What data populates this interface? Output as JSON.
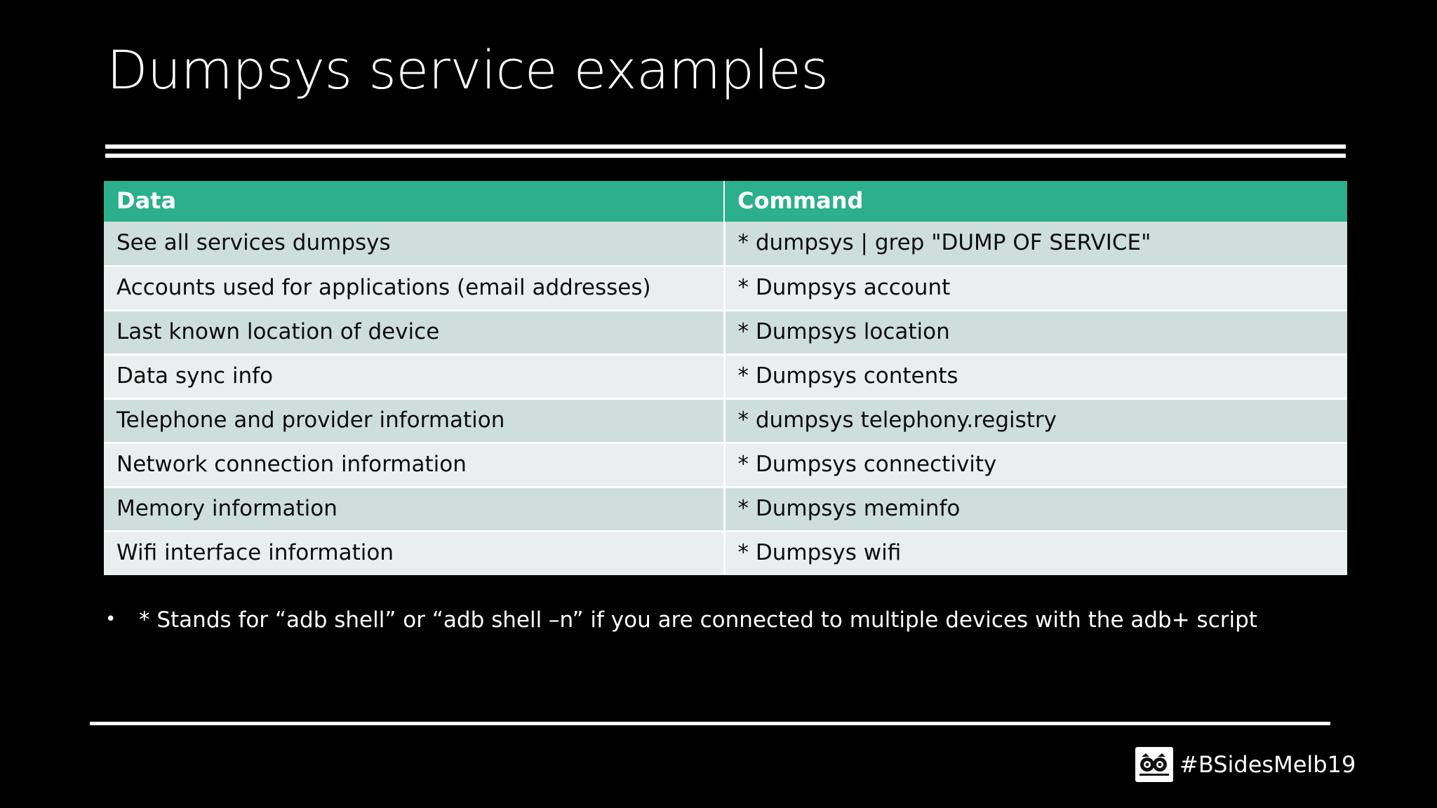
{
  "slide": {
    "title": "Dumpsys service examples",
    "background_color": "#000000",
    "accent_color": "#2BAF8C",
    "row_color_odd": "#CEDFDB",
    "row_color_even": "#E9EFEE",
    "text_color": "#FFFFFF"
  },
  "table": {
    "headers": [
      "Data",
      "Command"
    ],
    "rows": [
      {
        "data": "See all services dumpsys",
        "command": "* dumpsys | grep \"DUMP OF SERVICE\""
      },
      {
        "data": "Accounts used for applications (email addresses)",
        "command": "* Dumpsys account"
      },
      {
        "data": "Last known location of device",
        "command": "* Dumpsys location"
      },
      {
        "data": "Data sync info",
        "command": "* Dumpsys contents"
      },
      {
        "data": "Telephone and provider information",
        "command": "* dumpsys telephony.registry"
      },
      {
        "data": "Network connection information",
        "command": "* Dumpsys connectivity"
      },
      {
        "data": "Memory information",
        "command": "* Dumpsys meminfo"
      },
      {
        "data": "Wifi interface information",
        "command": "* Dumpsys wifi"
      }
    ]
  },
  "footnote": {
    "bullet": "•",
    "text": "* Stands for “adb shell” or “adb shell –n” if you are connected to multiple devices with the adb+ script"
  },
  "footer": {
    "hashtag": "#BSidesMelb19",
    "logo_name": "bsides-melbourne-logo"
  }
}
